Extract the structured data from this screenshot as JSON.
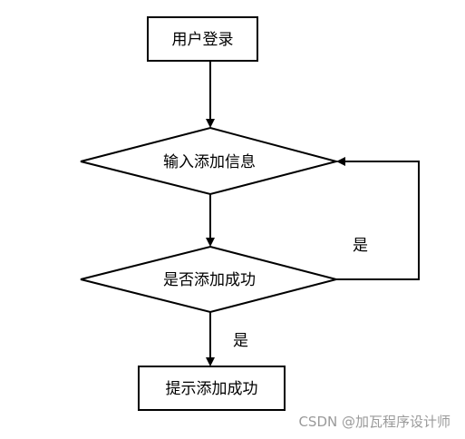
{
  "nodes": {
    "login": "用户登录",
    "input": "输入添加信息",
    "decision": "是否添加成功",
    "success": "提示添加成功"
  },
  "edges": {
    "loop_label": "是",
    "down_label": "是"
  },
  "watermark": "CSDN @加瓦程序设计师"
}
